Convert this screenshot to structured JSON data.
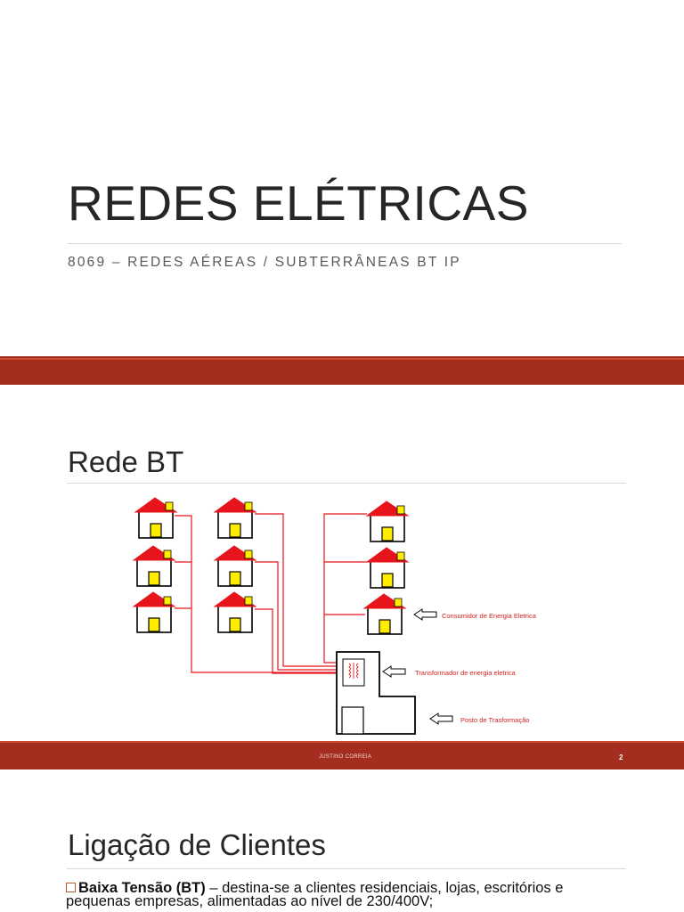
{
  "slide1": {
    "title": "REDES ELÉTRICAS",
    "subtitle": "8069 – REDES AÉREAS / SUBTERRÂNEAS BT IP"
  },
  "slide2": {
    "heading": "Rede BT",
    "diagram_labels": {
      "consumer": "Consumidor de Energia Eletrica",
      "transformer": "Transformador de energia eletrica",
      "station": "Posto de Trasformação"
    },
    "footer": "JUSTINO CORREIA",
    "page_number": "2"
  },
  "slide3": {
    "heading": "Ligação de Clientes",
    "bullet": {
      "term": "Baixa Tensão (BT)",
      "text_line1": " – destina-se a clientes residenciais, lojas, escritórios e",
      "text_line2": "pequenas empresas, alimentadas ao nível de 230/400V;"
    }
  },
  "colors": {
    "band": "#a32d1e",
    "roof": "#e8141c",
    "door": "#ffed00",
    "wire": "#e8141c",
    "label_red": "#d42020"
  },
  "icons": [
    "house-icon",
    "arrow-left-icon",
    "transformer-icon",
    "checkbox-bullet-icon"
  ]
}
